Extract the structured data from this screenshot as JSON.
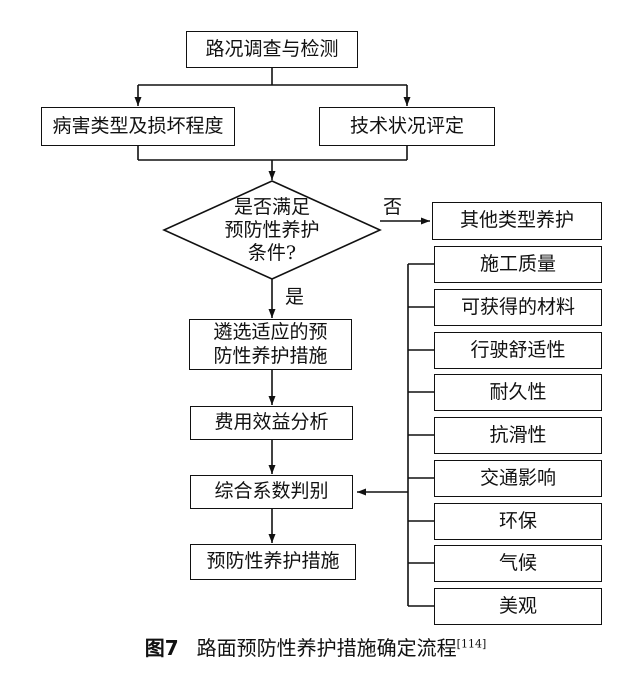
{
  "flowchart": {
    "survey": "路况调查与检测",
    "damage": "病害类型及损坏程度",
    "tech_status": "技术状况评定",
    "decision": {
      "line1": "是否满足",
      "line2": "预防性养护",
      "line3": "条件?"
    },
    "no_label": "否",
    "yes_label": "是",
    "other": "其他类型养护",
    "select": {
      "line1": "遴选适应的预",
      "line2": "防性养护措施"
    },
    "cost": "费用效益分析",
    "judge": "综合系数判别",
    "final": "预防性养护措施"
  },
  "factors": [
    "施工质量",
    "可获得的材料",
    "行驶舒适性",
    "耐久性",
    "抗滑性",
    "交通影响",
    "环保",
    "气候",
    "美观"
  ],
  "caption": {
    "figure_no": "图7",
    "title": "路面预防性养护措施确定流程",
    "ref": "[114]"
  }
}
